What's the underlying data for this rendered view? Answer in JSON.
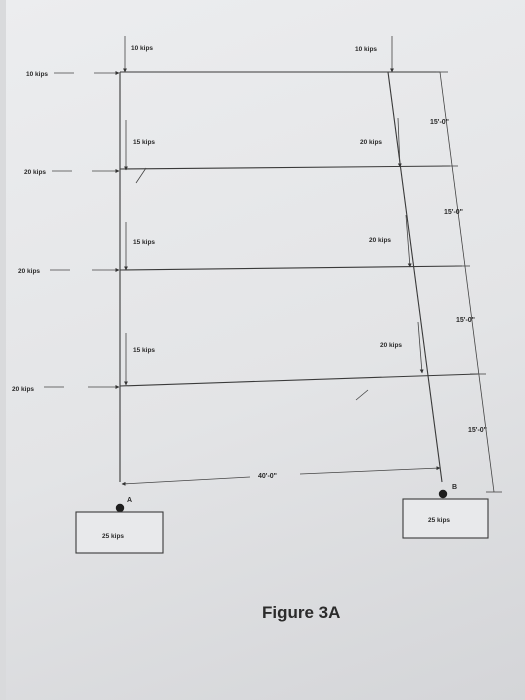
{
  "figure": {
    "caption": "Figure 3A"
  },
  "top_loads": {
    "left": "10 kips",
    "right": "10 kips"
  },
  "floor_loads": [
    {
      "left": "15 kips",
      "right": "20 kips"
    },
    {
      "left": "15 kips",
      "right": "20 kips"
    },
    {
      "left": "15 kips",
      "right": "20 kips"
    }
  ],
  "lateral_loads": [
    "10 kips",
    "20 kips",
    "20 kips",
    "20 kips"
  ],
  "story_heights": [
    "15'-0\"",
    "15'-0\"",
    "15'-0\"",
    "15'-0\""
  ],
  "bay_width": "40'-0\"",
  "supports": {
    "a": {
      "label": "A",
      "load": "25 kips"
    },
    "b": {
      "label": "B",
      "load": "25 kips"
    }
  }
}
